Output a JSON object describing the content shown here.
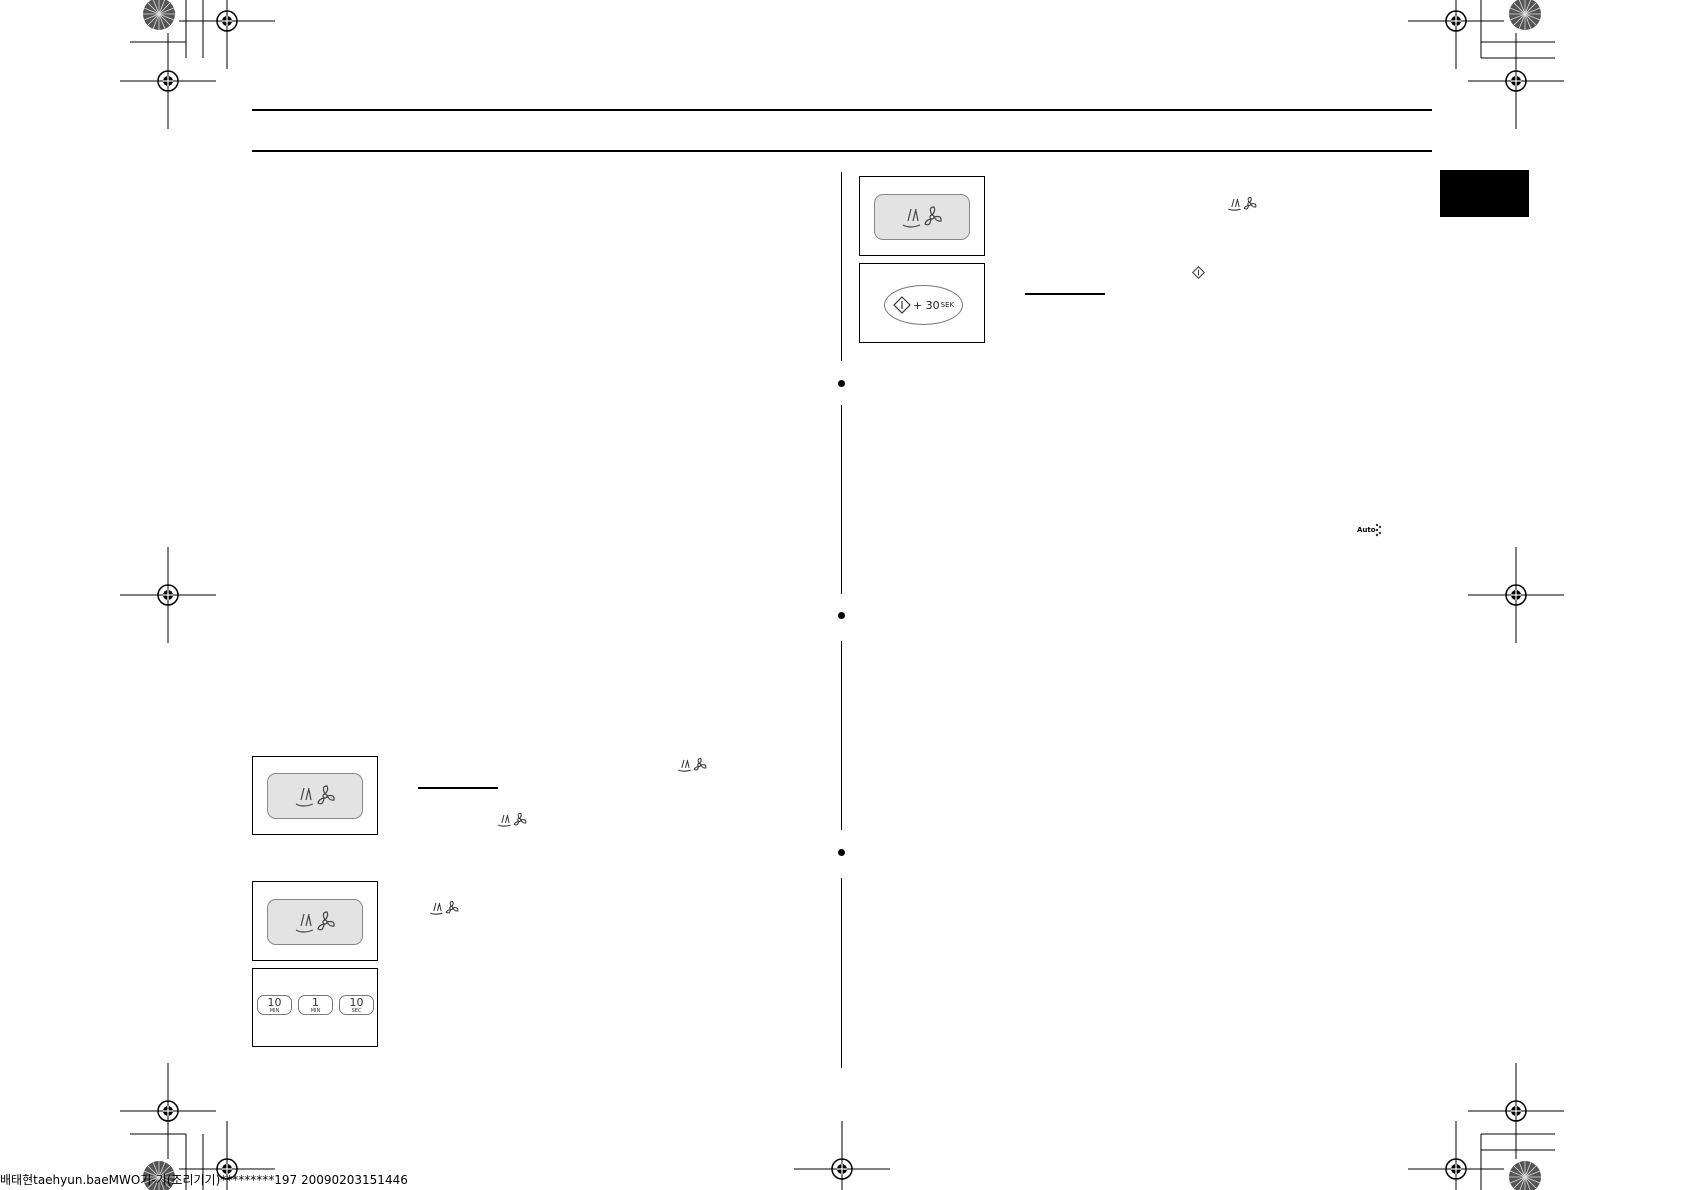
{
  "buttons": {
    "mode_buttons": [
      "10 MIN",
      "1 MIN",
      "10 SEC"
    ],
    "start_button": "+ 30",
    "start_unit": "SEK"
  },
  "auto_label": "Auto",
  "footer": "배태현taehyun.baeMWO기-기(조리기기)*********197 20090203151446",
  "icons": {
    "crop": "registration-target-icon",
    "color_bar": "color-wheel-icon",
    "steam_fan": "steam-fan-icon",
    "start": "start-diamond-icon"
  }
}
